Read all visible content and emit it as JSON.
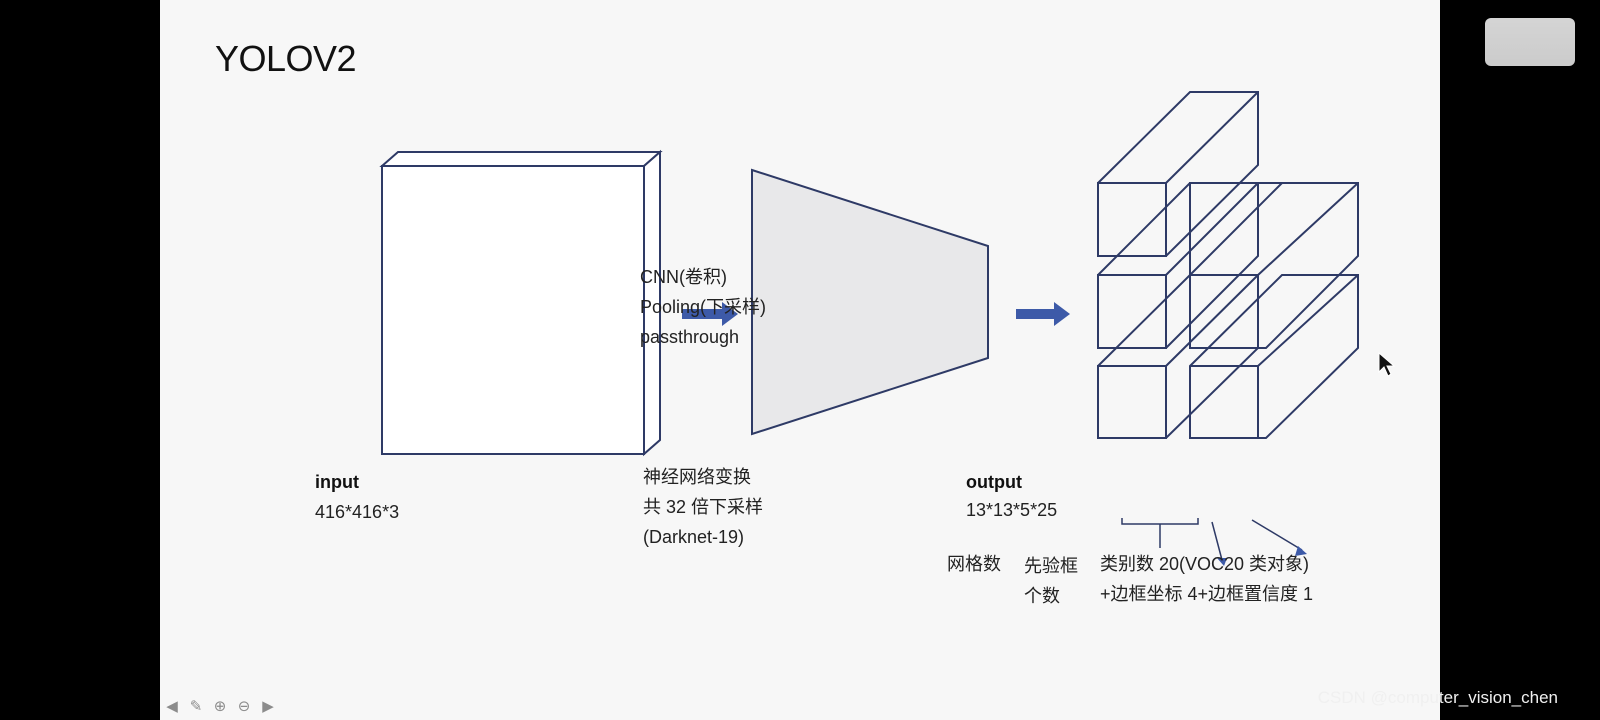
{
  "slide": {
    "title": "YOLOV2",
    "input": {
      "label": "input",
      "size": "416*416*3"
    },
    "cnn": {
      "lines": [
        "CNN(卷积)",
        "Pooling(下采样)",
        "passthrough"
      ]
    },
    "transform": {
      "lines": [
        "神经网络变换",
        "共 32 倍下采样",
        "(Darknet-19)"
      ]
    },
    "output": {
      "label": "output",
      "size": "13*13*5*25",
      "annotations": {
        "grid": "网格数",
        "anchors_line1": "先验框",
        "anchors_line2": "个数",
        "classes_line1": "类别数 20(VOC20 类对象)",
        "classes_line2": "+边框坐标 4+边框置信度 1"
      }
    }
  },
  "nav": {
    "icons": [
      "arrow-left-icon",
      "pen-icon",
      "zoom-in-icon",
      "zoom-out-icon",
      "arrow-right-icon"
    ]
  },
  "watermark": "CSDN @computer_vision_chen",
  "colors": {
    "box_stroke": "#2e3a66",
    "arrow_fill": "#3d5aa8",
    "trapezoid_fill": "#e8e8ea"
  }
}
